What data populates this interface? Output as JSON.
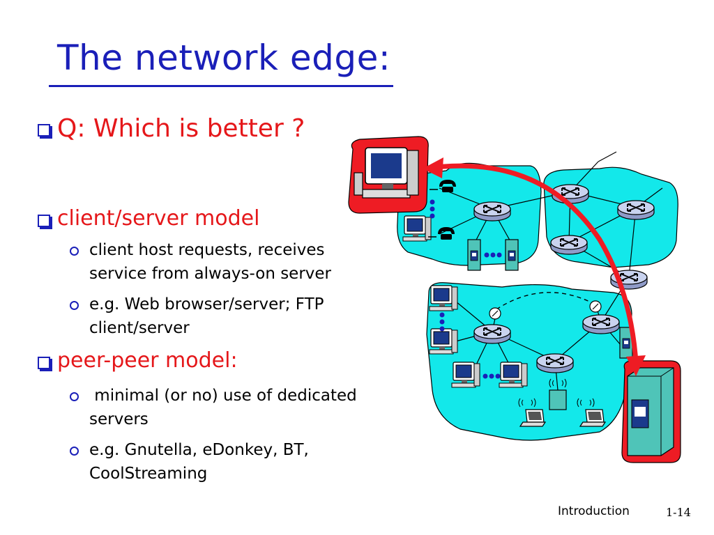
{
  "title": "The network edge:",
  "bullets": {
    "question": "Q: Which is better ?",
    "client_server": {
      "heading": "client/server model",
      "item1_line1": "client host requests, receives",
      "item1_line2": "service from always-on server",
      "item2_line1": "e.g. Web browser/server; FTP",
      "item2_line2": "client/server"
    },
    "peer_peer": {
      "heading": "peer-peer model:",
      "item1_line1": " minimal (or no) use of dedicated",
      "item1_line2": "servers",
      "item2_line1": "e.g. Gnutella, eDonkey, BT,",
      "item2_line2": "CoolStreaming"
    }
  },
  "footer": {
    "label": "Introduction",
    "page": "1-14"
  },
  "colors": {
    "title": "#1a1fb8",
    "accent_red": "#e5171a",
    "network_fill": "#13e8ea",
    "router_fill": "#c9d3ef",
    "server_fill": "#4fc4b8",
    "highlight_red": "#ee1c24"
  },
  "icons": [
    "router-icon",
    "desktop-computer-icon",
    "telephone-icon",
    "server-tower-icon",
    "laptop-icon",
    "satellite-dish-icon",
    "wireless-access-point-icon"
  ]
}
